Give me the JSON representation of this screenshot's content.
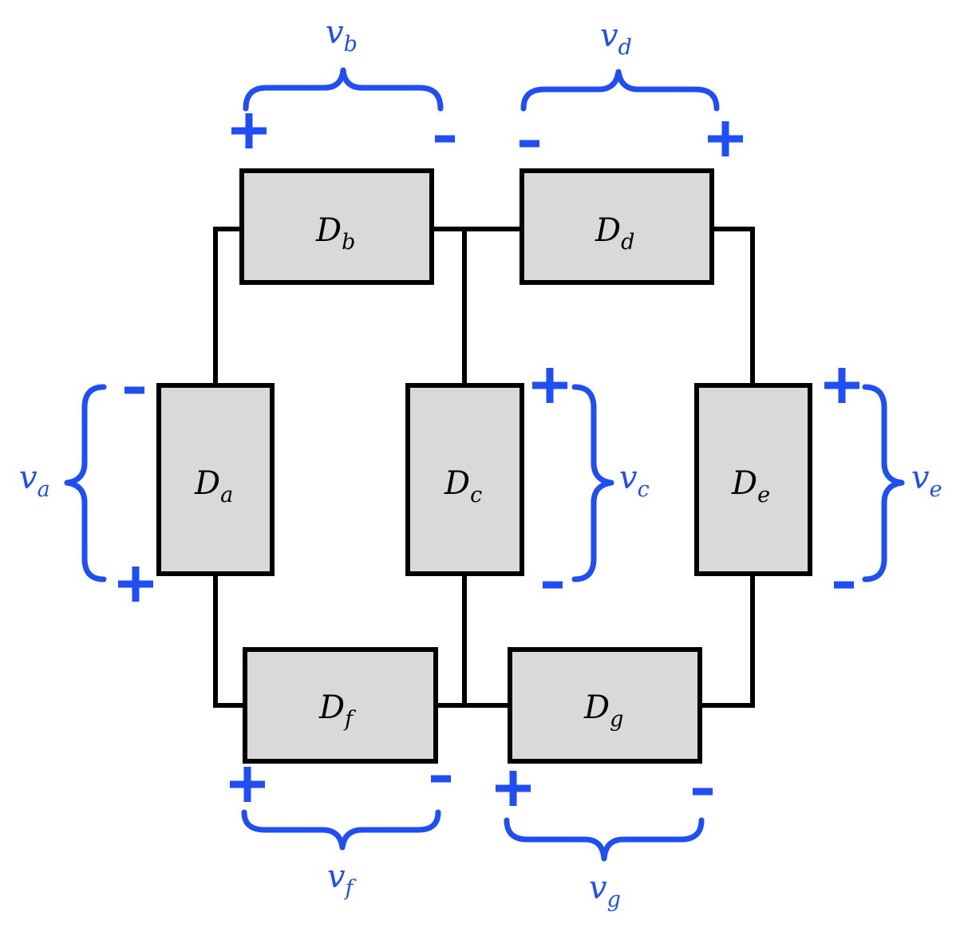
{
  "colors": {
    "voltage": "#1f4ef5",
    "device_fill": "#d9d9d9",
    "wire": "#000000"
  },
  "devices": {
    "a": {
      "base": "D",
      "sub": "a"
    },
    "b": {
      "base": "D",
      "sub": "b"
    },
    "c": {
      "base": "D",
      "sub": "c"
    },
    "d": {
      "base": "D",
      "sub": "d"
    },
    "e": {
      "base": "D",
      "sub": "e"
    },
    "f": {
      "base": "D",
      "sub": "f"
    },
    "g": {
      "base": "D",
      "sub": "g"
    }
  },
  "voltages": {
    "a": {
      "base": "v",
      "sub": "a"
    },
    "b": {
      "base": "v",
      "sub": "b"
    },
    "c": {
      "base": "v",
      "sub": "c"
    },
    "d": {
      "base": "v",
      "sub": "d"
    },
    "e": {
      "base": "v",
      "sub": "e"
    },
    "f": {
      "base": "v",
      "sub": "f"
    },
    "g": {
      "base": "v",
      "sub": "g"
    }
  }
}
